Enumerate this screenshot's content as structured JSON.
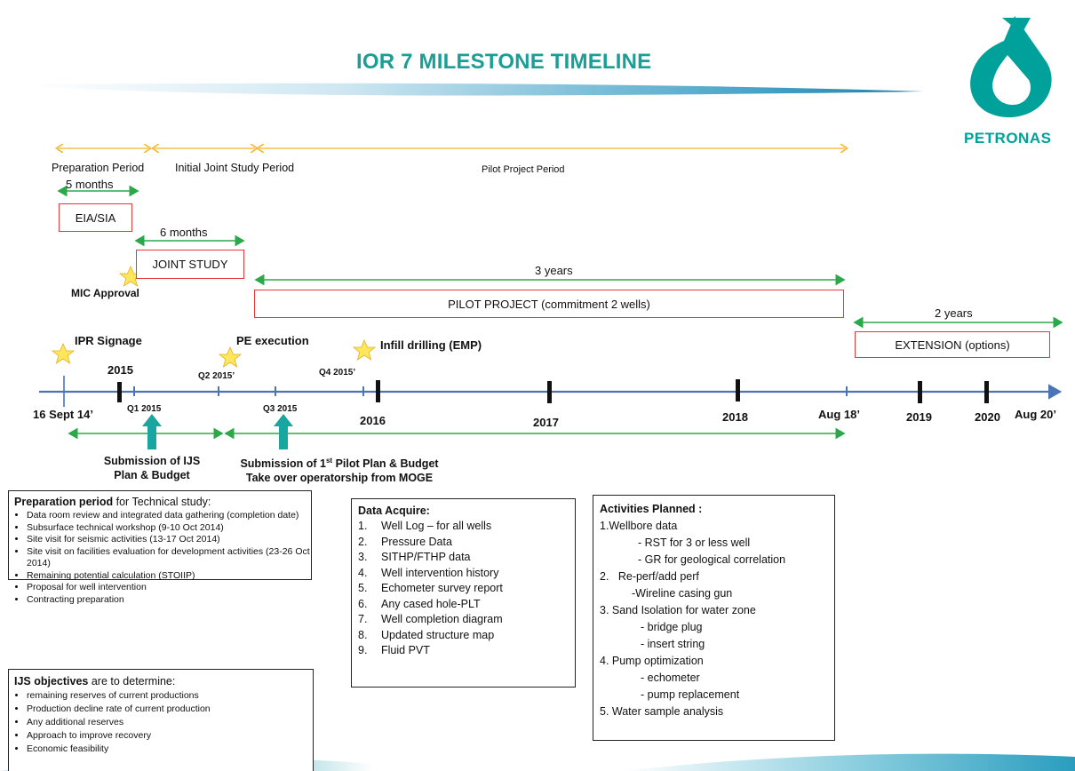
{
  "title": "IOR 7 MILESTONE TIMELINE",
  "logo": {
    "text": "PETRONAS",
    "color": "#00a19a"
  },
  "colors": {
    "accent": "#00a19a",
    "title": "#1a9e96",
    "axis": "#4a74b4",
    "red": "#e03a3a",
    "green": "#2ba84a",
    "orange": "#f3b52f"
  },
  "periods": {
    "preparation": "Preparation Period",
    "initial": "Initial Joint Study Period",
    "pilot": "Pilot Project Period"
  },
  "durations": {
    "eia": "5 months",
    "joint": "6 months",
    "pilot": "3 years",
    "extension": "2 years"
  },
  "boxes": {
    "eia": "EIA/SIA",
    "joint": "JOINT STUDY",
    "pilot": "PILOT PROJECT (commitment 2 wells)",
    "extension": "EXTENSION (options)"
  },
  "milestones": {
    "mic": "MIC Approval",
    "ipr": "IPR Signage",
    "pe": "PE execution",
    "infill": "Infill drilling (EMP)"
  },
  "timeline": {
    "above": {
      "y2015": "2015",
      "q2": "Q2 2015’",
      "q4": "Q4 2015’"
    },
    "below": {
      "start": "16 Sept 14’",
      "q1": "Q1 2015",
      "q3": "Q3 2015",
      "y2016": "2016",
      "y2017": "2017",
      "y2018": "2018",
      "aug18": "Aug 18’",
      "y2019": "2019",
      "y2020": "2020",
      "aug20": "Aug 20’"
    }
  },
  "submissions": {
    "ijs_line1": "Submission of IJS",
    "ijs_line2": "Plan & Budget",
    "pilot_line1_a": "Submission of 1",
    "pilot_line1_sup": "st",
    "pilot_line1_b": " Pilot Plan & Budget",
    "pilot_line2": "Take over operatorship from MOGE"
  },
  "prep_box": {
    "heading_bold": "Preparation period",
    "heading_rest": " for Technical study:",
    "items": [
      "Data room review and integrated data gathering (completion date)",
      "Subsurface technical workshop (9-10 Oct 2014)",
      "Site visit for seismic activities (13-17 Oct 2014)",
      "Site visit on facilities evaluation for development activities (23-26 Oct 2014)",
      "Remaining potential calculation (STOIIP)",
      "Proposal for well intervention",
      "Contracting preparation"
    ]
  },
  "ijs_box": {
    "heading_bold": "IJS objectives",
    "heading_rest": " are to determine:",
    "items": [
      "remaining reserves of current productions",
      "Production decline rate of current production",
      "Any additional reserves",
      "Approach to improve recovery",
      "Economic feasibility"
    ]
  },
  "data_box": {
    "heading": "Data Acquire:",
    "items": [
      {
        "n": "1.",
        "t": "Well Log – for all wells"
      },
      {
        "n": "2.",
        "t": "Pressure Data"
      },
      {
        "n": "3.",
        "t": "SITHP/FTHP data"
      },
      {
        "n": "4.",
        "t": "Well intervention history"
      },
      {
        "n": "5.",
        "t": "Echometer survey report"
      },
      {
        "n": "6.",
        "t": "Any cased hole-PLT"
      },
      {
        "n": "7.",
        "t": "Well completion diagram"
      },
      {
        "n": "8.",
        "t": "Updated structure map"
      },
      {
        "n": "9.",
        "t": "Fluid PVT"
      }
    ]
  },
  "activities_box": {
    "heading": "Activities Planned :",
    "lines": [
      "1.Wellbore data",
      "- RST for 3 or less well",
      "- GR for geological correlation",
      "2.   Re-perf/add perf",
      "-Wireline casing gun",
      "3. Sand Isolation for water zone",
      "- bridge plug",
      "- insert string",
      "4. Pump optimization",
      "- echometer",
      "- pump replacement",
      "5. Water sample analysis"
    ]
  }
}
